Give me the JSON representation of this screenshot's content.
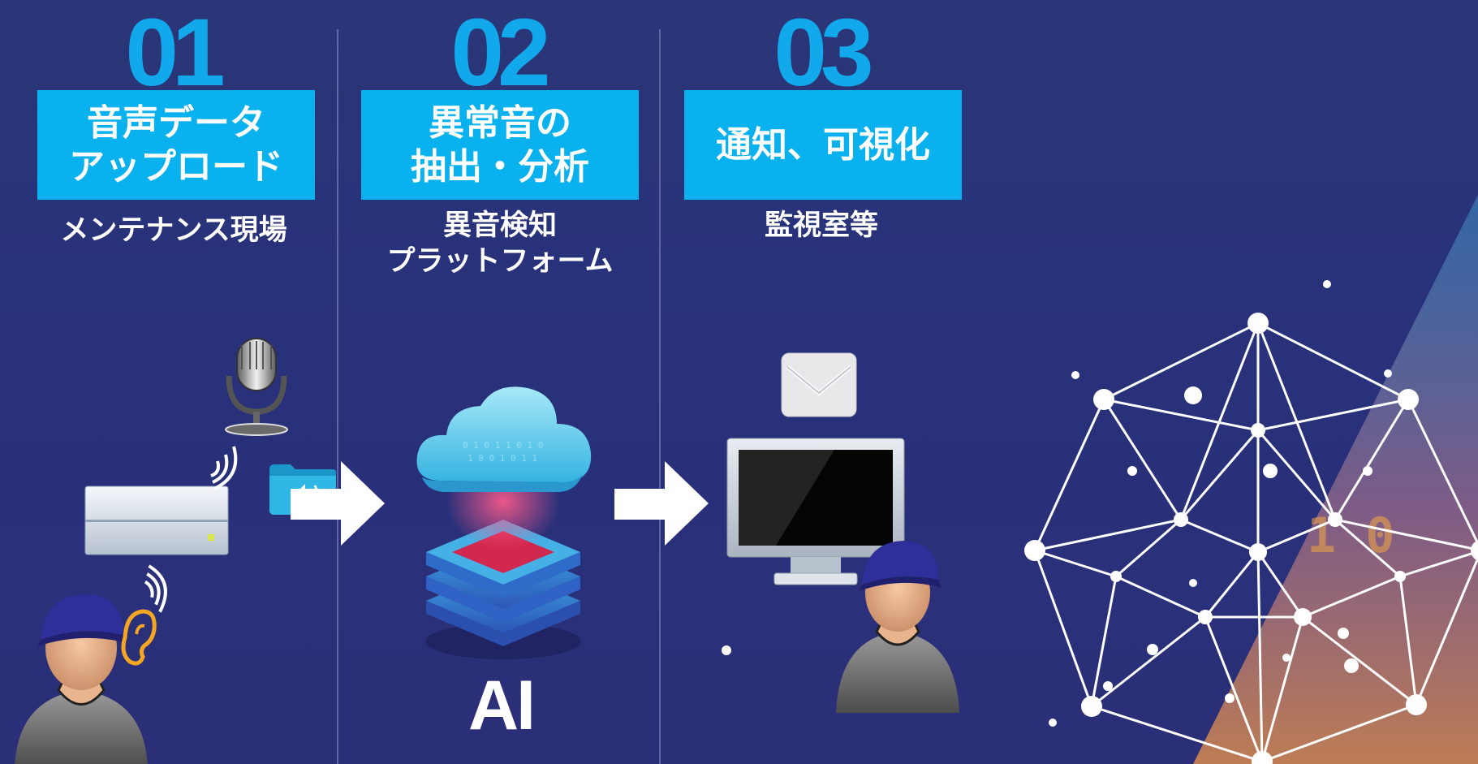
{
  "steps": [
    {
      "number": "01",
      "title": "音声データ\nアップロード",
      "subtitle": "メンテナンス現場"
    },
    {
      "number": "02",
      "title": "異常音の\n抽出・分析",
      "subtitle": "異音検知\nプラットフォーム"
    },
    {
      "number": "03",
      "title": "通知、可視化",
      "subtitle": "監視室等"
    }
  ],
  "ai_label": "AI",
  "binary_digits": "1 0",
  "colors": {
    "accent": "#09b1ef",
    "number": "#12a9ec",
    "background": "#2a3678"
  },
  "icons": [
    "worker-icon",
    "ear-icon",
    "sound-wave-icon",
    "air-conditioner-icon",
    "microphone-icon",
    "audio-folder-icon",
    "arrow-right-icon",
    "cloud-icon",
    "ai-server-stack-icon",
    "email-icon",
    "monitor-icon",
    "network-graph-icon"
  ]
}
